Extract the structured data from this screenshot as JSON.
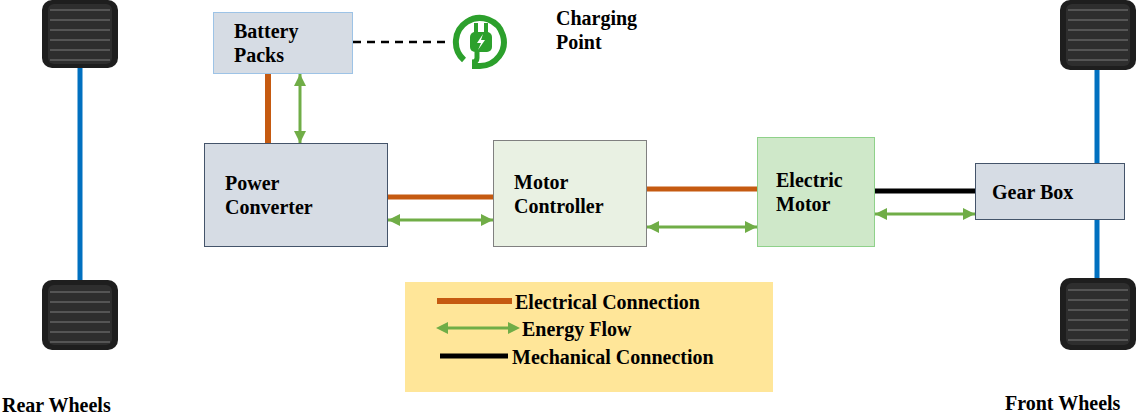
{
  "diagram": {
    "nodes": [
      {
        "text": [
          "Battery Packs"
        ]
      },
      {
        "text": [
          "Charging Point"
        ]
      },
      {
        "text": [
          "Power Converter"
        ]
      },
      {
        "text": [
          "Motor Controller"
        ]
      },
      {
        "text": [
          "Electric Motor"
        ]
      },
      {
        "text": [
          "Gear Box"
        ]
      }
    ],
    "edges": [
      {
        "from": 0,
        "to": 2,
        "arrow": "none"
      },
      {
        "from": 0,
        "to": 2,
        "arrow": "both"
      },
      {
        "from": 2,
        "to": 3,
        "arrow": "none"
      },
      {
        "from": 2,
        "to": 3,
        "arrow": "both"
      },
      {
        "from": 3,
        "to": 4,
        "arrow": "none"
      },
      {
        "from": 3,
        "to": 4,
        "arrow": "both"
      },
      {
        "from": 4,
        "to": 5,
        "arrow": "none"
      },
      {
        "from": 4,
        "to": 5,
        "arrow": "both"
      },
      {
        "from": 0,
        "to": 1,
        "arrow": "none"
      }
    ],
    "labels": [
      "Rear Wheels",
      "Front Wheels"
    ],
    "legend": [
      {
        "text": "Electrical Connection"
      },
      {
        "text": "Energy Flow"
      },
      {
        "text": "Mechanical Connection"
      }
    ]
  }
}
